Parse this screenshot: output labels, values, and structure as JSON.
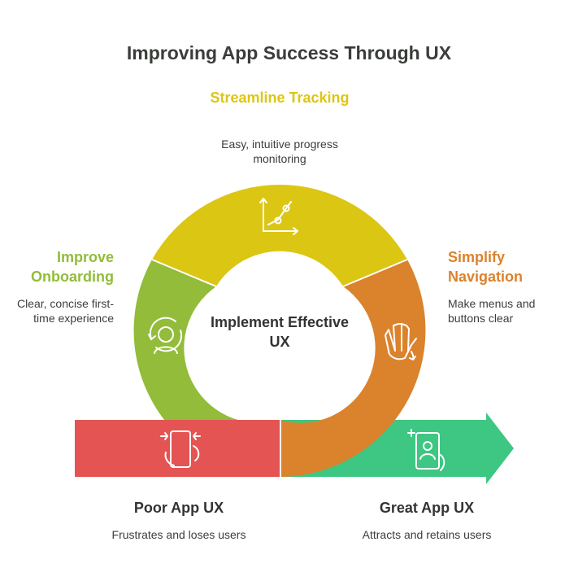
{
  "title": "Improving App Success Through UX",
  "center_label": "Implement Effective UX",
  "segments": [
    {
      "id": "streamline",
      "title": "Streamline Tracking",
      "description": "Easy, intuitive progress monitoring",
      "color": "#dcc614"
    },
    {
      "id": "onboarding",
      "title": "Improve Onboarding",
      "description": "Clear, concise first-time experience",
      "color": "#92bc3a"
    },
    {
      "id": "navigation",
      "title": "Simplify Navigation",
      "description": "Make menus and buttons clear",
      "color": "#db822c"
    }
  ],
  "poor": {
    "title": "Poor App UX",
    "description": "Frustrates and loses users",
    "color": "#e45452"
  },
  "great": {
    "title": "Great App UX",
    "description": "Attracts and retains users",
    "color": "#3dc782"
  },
  "icons": {
    "streamline": "line-chart-icon",
    "onboarding": "user-refresh-icon",
    "navigation": "hand-swipe-icon",
    "poor": "phone-compress-icon",
    "great": "phone-user-icon"
  }
}
